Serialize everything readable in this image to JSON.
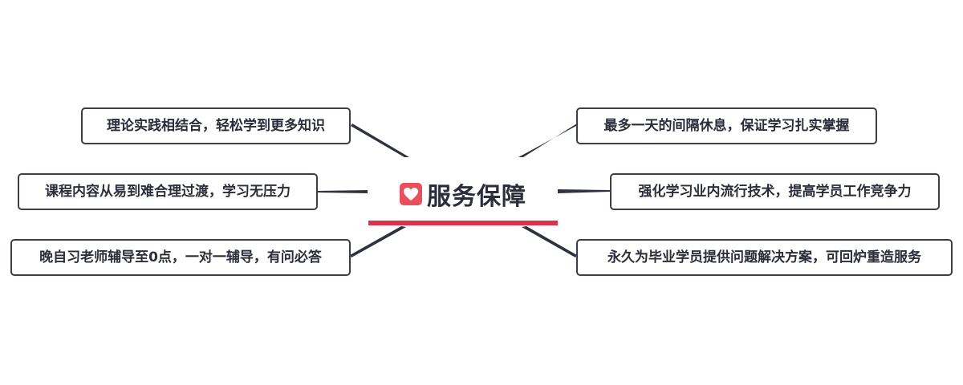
{
  "center": {
    "title": "服务保障",
    "icon": "heart-icon",
    "accent_color": "#e0304a",
    "icon_color": "#e8505b"
  },
  "left_nodes": [
    {
      "label": "理论实践相结合，轻松学到更多知识"
    },
    {
      "label": "课程内容从易到难合理过渡，学习无压力"
    },
    {
      "label": "晚自习老师辅导至0点，一对一辅导，有问必答"
    }
  ],
  "right_nodes": [
    {
      "label": "最多一天的间隔休息，保证学习扎实掌握"
    },
    {
      "label": "强化学习业内流行技术，提高学员工作竞争力"
    },
    {
      "label": "永久为毕业学员提供问题解决方案，可回炉重造服务"
    }
  ],
  "line_color": "#2f3240",
  "border_color": "#3a3d4a"
}
